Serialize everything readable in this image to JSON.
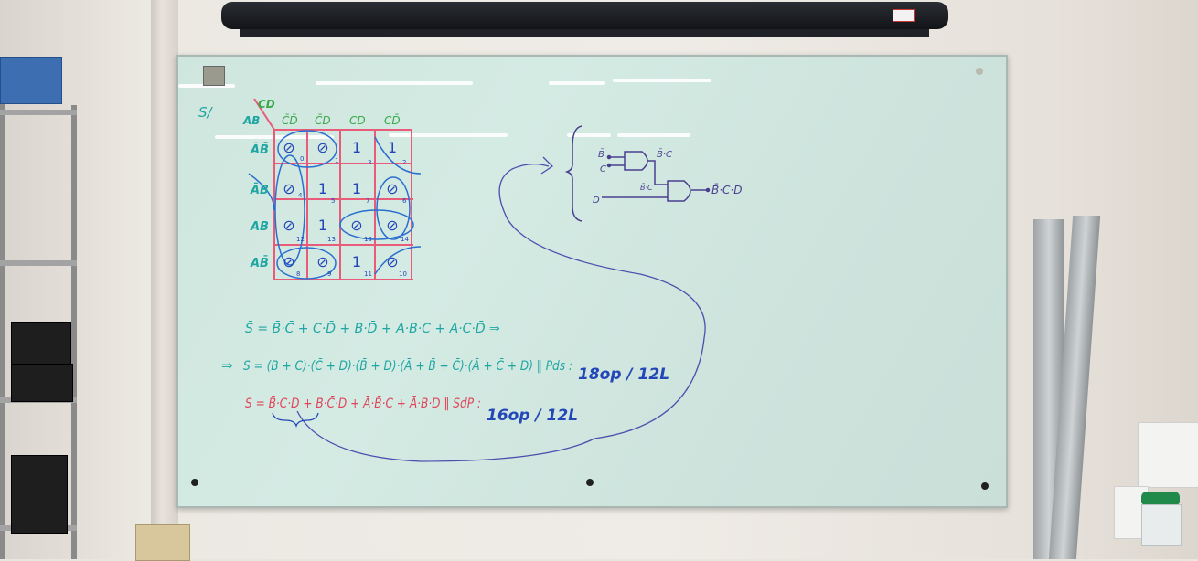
{
  "board": {
    "label_s": "S/",
    "kmap": {
      "corner_cols": "CD",
      "corner_rows": "AB",
      "col_headers": [
        "C̄D̄",
        "C̄D",
        "CD",
        "CD̄"
      ],
      "row_headers": [
        "ĀB̄",
        "ĀB",
        "AB",
        "AB̄"
      ],
      "cells": [
        [
          "⊘",
          "⊘",
          "1",
          "1"
        ],
        [
          "⊘",
          "1",
          "1",
          "⊘"
        ],
        [
          "⊘",
          "1",
          "⊘",
          "⊘"
        ],
        [
          "⊘",
          "⊘",
          "1",
          "⊘"
        ]
      ],
      "indices": [
        [
          "0",
          "1",
          "3",
          "2"
        ],
        [
          "4",
          "5",
          "7",
          "6"
        ],
        [
          "12",
          "13",
          "15",
          "14"
        ],
        [
          "8",
          "9",
          "11",
          "10"
        ]
      ]
    },
    "circuit": {
      "in_b": "B̄",
      "in_c": "C",
      "in_d": "D",
      "gate1_out": "B̄·C",
      "gate2_in": "B̄·C",
      "output": "B̄·C·D"
    },
    "eq_sbar": "S̄ = B̄·C̄ + C·D̄ + B·D̄ + A·B·C + A·C·D̄ ⇒",
    "eq_pds_arrow": "⇒",
    "eq_pds": "S = (B + C)·(C̄ + D)·(B̄ + D)·(Ā + B̄ + C̄)·(Ā + C̄ + D) ‖ Pds :",
    "eq_pds_count": "18op / 12L",
    "eq_sdp": "S = B̄·C·D + B·C̄·D + Ā·B̄·C + Ā·B·D ‖ SdP :",
    "eq_sdp_count": "16op / 12L"
  },
  "colors": {
    "board": "#d2e8e1",
    "teal_ink": "#1fa6a2",
    "green_ink": "#3aa94a",
    "red_ink": "#e0455a",
    "blue_ink": "#2447b8",
    "purple_ink": "#4a3f8f",
    "grid_red": "#e85c7a"
  }
}
